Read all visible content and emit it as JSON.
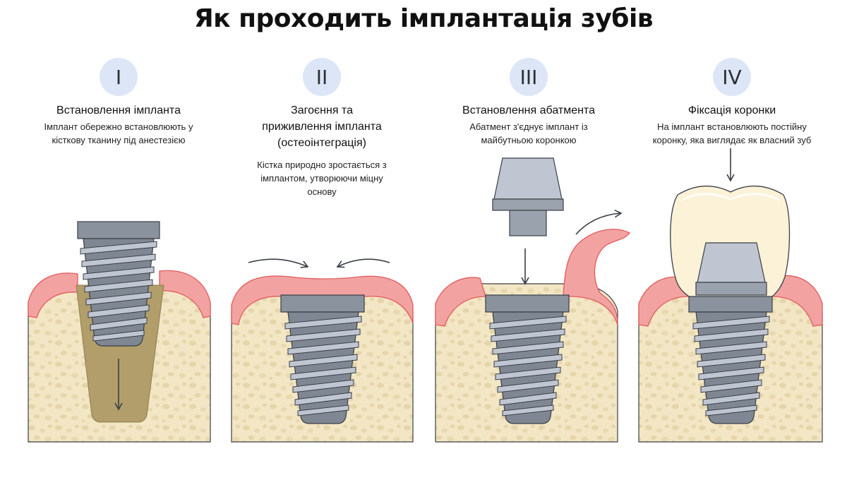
{
  "title": "Як проходить імплантація зубів",
  "colors": {
    "gum": "#f2a3a1",
    "gum_edge": "#e05b5e",
    "bone": "#f3e6c4",
    "bone_spot": "#e5d5aa",
    "socket": "#b19e6b",
    "metal": "#8a929d",
    "metal_light": "#bfc6d1",
    "crown": "#fbf2d8",
    "outline": "#3a3f47",
    "badge": "#dde6f7"
  },
  "steps": [
    {
      "numeral": "I",
      "heading": "Встановлення імпланта",
      "description": [
        "Імплант обережно встановлюють у",
        "кісткову тканину під анестезією"
      ]
    },
    {
      "numeral": "II",
      "heading": [
        "Загоєння та",
        "приживлення імпланта",
        "(остеоінтеграція)"
      ],
      "description": [
        "Кістка природно зростається з",
        "імплантом, утворюючи міцну",
        "основу"
      ]
    },
    {
      "numeral": "III",
      "heading": "Встановлення абатмента",
      "description": [
        "Абатмент з'єднує імплант із",
        "майбутньою коронкою"
      ]
    },
    {
      "numeral": "IV",
      "heading": "Фіксація коронки",
      "description": [
        "На імплант встановлюють постійну",
        "коронку, яка виглядає як власний зуб"
      ]
    }
  ]
}
